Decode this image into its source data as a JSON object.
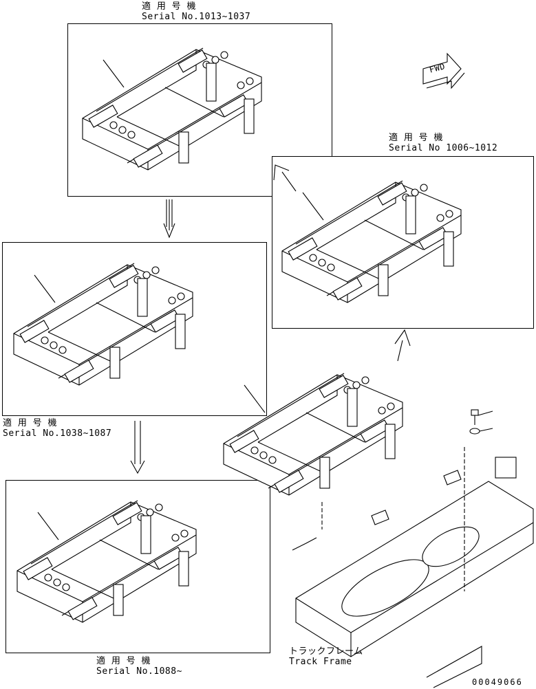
{
  "labels": {
    "top": {
      "jp": "適 用 号 機",
      "serial": "Serial No.1013~1037"
    },
    "right": {
      "jp": "適 用 号 機",
      "serial": "Serial No 1006~1012"
    },
    "mid_left": {
      "jp": "適 用 号 機",
      "serial": "Serial No.1038~1087"
    },
    "bottom_left": {
      "jp": "適 用 号 機",
      "serial": "Serial No.1088~"
    },
    "track_frame": {
      "jp": "トラックフレーム",
      "en": "Track Frame"
    },
    "fwd": "FWD",
    "drawing_number": "00049066"
  }
}
